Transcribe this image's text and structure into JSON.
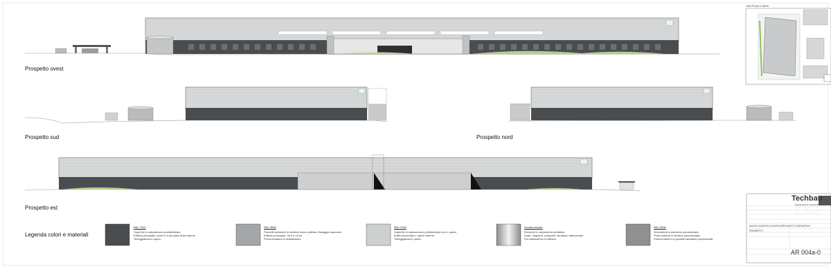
{
  "elevations": {
    "west_label": "Prospetto ovest",
    "south_label": "Prospetto sud",
    "north_label": "Prospetto nord",
    "east_label": "Prospetto est"
  },
  "legend": {
    "title": "Legenda colori e materiali",
    "items": [
      {
        "code": "RAL 7012",
        "color": "#4a4d50",
        "lines": [
          "Superfici in calcestruzzo prefabbricato",
          "Edificio principale, primi 5 m da piano finito interno",
          "Tinteggiatura in opera"
        ]
      },
      {
        "code": "RAL 9006",
        "color": "#a4a6a8",
        "lines": [
          "Pannelli sandwich in lamiera micro profilata, fissaggio nascosto",
          "Edificio principale, da 5 m in su",
          "Preverniciatura in stabilimento"
        ]
      },
      {
        "code": "RAL 7035",
        "color": "#cdd0cf",
        "lines": [
          "Superfici in calcestruzzo prefabbricato e/o in opera",
          "Edifici secondari e opere esterne",
          "Tinteggiatura in opera"
        ]
      },
      {
        "code": "Acciaio zincato",
        "color": "#b9bbbd",
        "lines": [
          "Elementi in carpenteria metallica",
          "scale, ringhiere, parapetti, serbatoio antincendio",
          "Pre-trattamento in officina"
        ]
      },
      {
        "code": "RAL 9006",
        "color": "#8e9092",
        "lines": [
          "Serramenti in alluminio preverniciato",
          "Porte esterne in lamiera preverniciata",
          "Portoni esterni in pannelli sandwich preverniciati"
        ]
      }
    ]
  },
  "keyplan": {
    "title": "KEYPLAN 1:5000"
  },
  "titleblock": {
    "logo": "Techbau",
    "tagline": "Engineering & Construction",
    "client": "NUOVO CENTRO LOGISTICO",
    "phase": "PROGETTO DEFINITIVO",
    "section": "PROSPETTI",
    "drawing_no": "AR 004a-0"
  }
}
